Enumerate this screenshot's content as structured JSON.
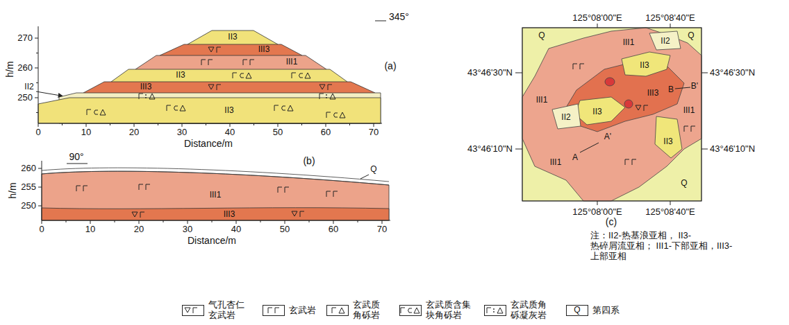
{
  "diagram": {
    "labels": [
      "h/m",
      "270",
      "260",
      "250",
      "345°",
      "(a)",
      "0",
      "10",
      "20",
      "30",
      "40",
      "50",
      "60",
      "70",
      "Distance/m",
      "II3",
      "III3",
      "III1",
      "II3",
      "III3",
      "II2",
      "II3",
      "h/m",
      "260",
      "255",
      "250",
      "90°",
      "(b)",
      "Q",
      "III1",
      "III3",
      "0",
      "10",
      "20",
      "30",
      "40",
      "50",
      "60",
      "70",
      "Distance/m",
      "125°08'00\"E",
      "125°08'40\"E",
      "43°46'30\"N",
      "43°46'30\"N",
      "43°46'10\"N",
      "43°46'10\"N",
      "125°08'00\"E",
      "125°08'40\"E",
      "(c)",
      "Q",
      "Q",
      "III1",
      "II2",
      "II3",
      "III3",
      "B",
      "B'",
      "III1",
      "III1",
      "II3",
      "A'",
      "II2",
      "A",
      "II3",
      "III1",
      "Q",
      "注：II2-热基浪亚相， II3-热碎屑流亚相； III1-下部亚相，III3-上部亚相",
      "Q"
    ],
    "legend": [
      {
        "text": "气孔杏仁 玄武岩"
      },
      {
        "text": "玄武岩"
      },
      {
        "text": "玄武质 角砾岩"
      },
      {
        "text": "玄武质含集 块角砾岩"
      },
      {
        "text": "玄武质角 砾凝灰岩"
      },
      {
        "text": "第四系"
      }
    ]
  }
}
